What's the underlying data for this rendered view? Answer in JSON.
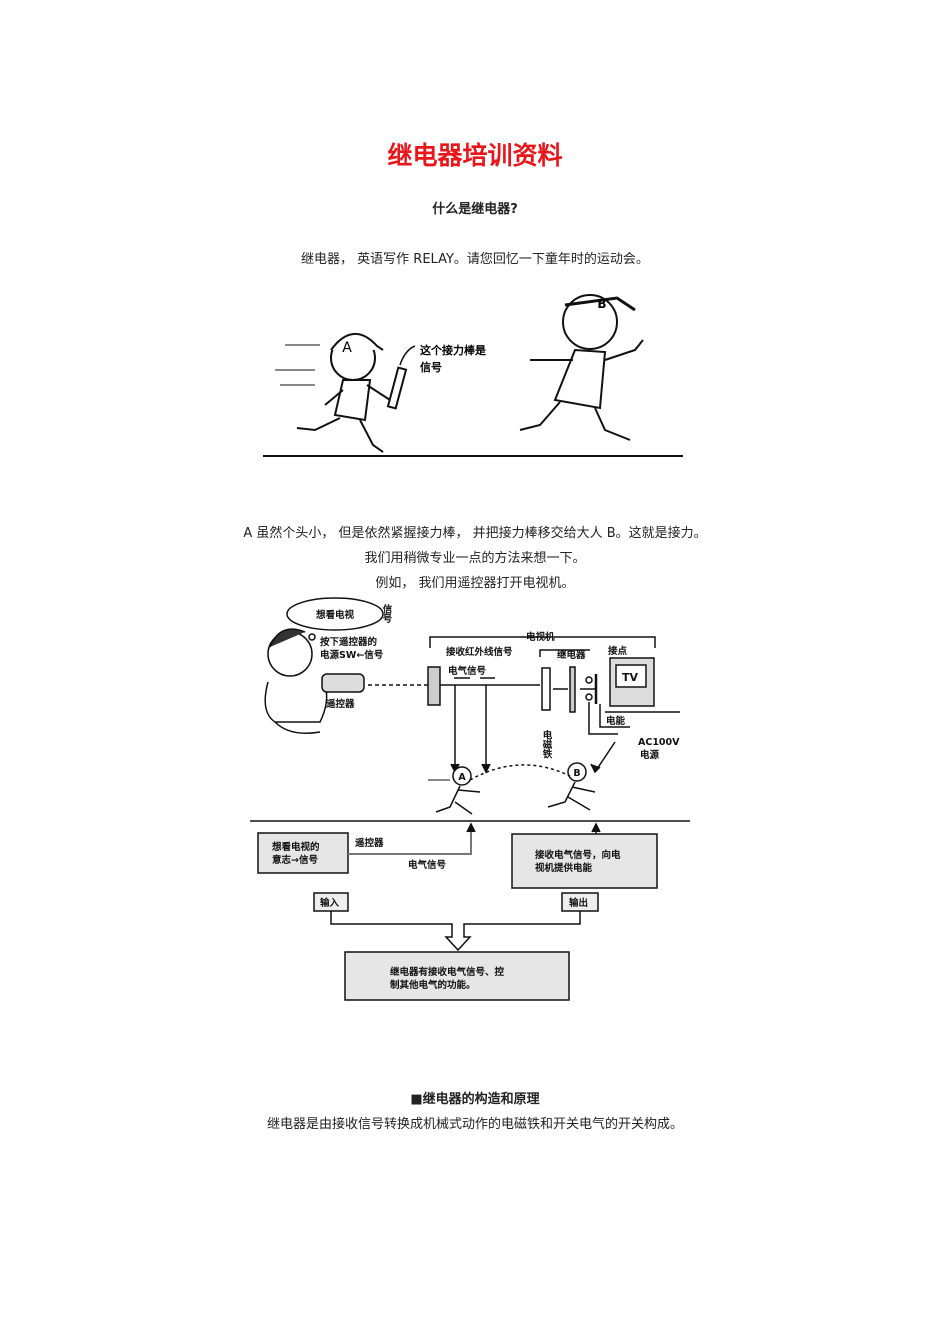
{
  "title": "继电器培训资料",
  "section1": {
    "heading": "什么是继电器?",
    "intro": "继电器，  英语写作 RELAY。请您回忆一下童年时的运动会。"
  },
  "figure1": {
    "label_a": "A",
    "label_b": "B",
    "caption_line1": "这个接力棒是",
    "caption_line2": "信号"
  },
  "paragraphs": [
    "A 虽然个头小，  但是依然紧握接力棒，  并把接力棒移交给大人 B。这就是接力。",
    "我们用稍微专业一点的方法来想一下。",
    "例如，  我们用遥控器打开电视机。"
  ],
  "figure2": {
    "thought": "想看电视",
    "signal_vertical": "信号",
    "press_line1": "按下遥控器的",
    "press_line2": "电源SW←信号",
    "remote": "遥控器",
    "tv_set": "电视机",
    "ir_receive": "接收红外线信号",
    "electric_signal": "电气信号",
    "relay": "继电器",
    "contact": "接点",
    "tv": "TV",
    "electric_energy": "电能",
    "electromagnet": "电磁铁",
    "ac_line1": "AC100V",
    "ac_line2": "电源",
    "runner_a": "A",
    "runner_b": "B",
    "box_intent_line1": "想看电视的",
    "box_intent_line2": "意志→信号",
    "label_remote": "遥控器",
    "label_electric_signal": "电气信号",
    "box_output_line1": "接收电气信号，向电",
    "box_output_line2": "视机提供电能",
    "input": "输入",
    "output": "输出",
    "box_function_line1": "继电器有接收电气信号、控",
    "box_function_line2": "制其他电气的功能。"
  },
  "section2": {
    "heading": "■继电器的构造和原理",
    "text": "继电器是由接收信号转换成机械式动作的电磁铁和开关电气的开关构成。"
  }
}
